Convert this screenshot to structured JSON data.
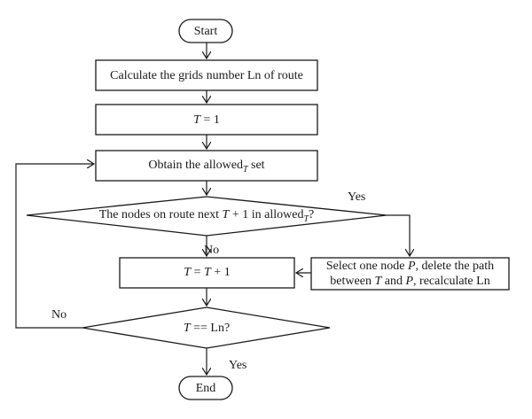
{
  "diagram": {
    "start": "Start",
    "end": "End",
    "calc_grids": "Calculate the grids number Ln of route",
    "init_t": {
      "var": "T",
      "rest": " = 1"
    },
    "obtain": {
      "text": "Obtain the allowed",
      "sub": "T",
      "tail": " set"
    },
    "decision_nodes": {
      "pre": "The nodes on route next ",
      "var": "T",
      "mid": " + 1 in allowed",
      "sub": "T",
      "tail": "?"
    },
    "increment": {
      "var1": "T",
      "eq": " = ",
      "var2": "T",
      "tail": " + 1"
    },
    "select_node": {
      "line1_pre": "Select one node ",
      "line1_var": "P",
      "line1_post": ", delete the path",
      "line2_pre": "between ",
      "line2_var1": "T",
      "line2_mid": " and ",
      "line2_var2": "P",
      "line2_post": ", recalculate Ln"
    },
    "decision_done": {
      "var": "T",
      "tail": " == Ln?"
    },
    "edge_labels": {
      "yes_top": "Yes",
      "no_mid": "No",
      "no_left": "No",
      "yes_bottom": "Yes"
    },
    "colors": {
      "stroke": "#1a1a1a",
      "fill": "#ffffff",
      "text": "#1a1a1a"
    }
  }
}
